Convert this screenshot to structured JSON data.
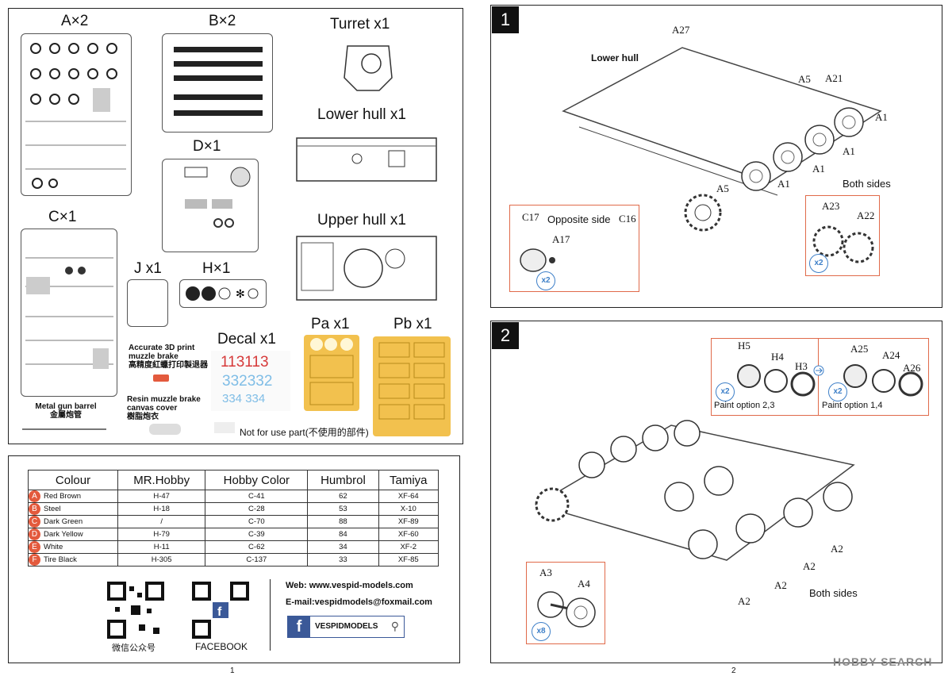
{
  "page1": {
    "sprues": {
      "a": "A×2",
      "b": "B×2",
      "turret": "Turret  x1",
      "lower_hull": "Lower hull  x1",
      "d": "D×1",
      "upper_hull": "Upper hull  x1",
      "c": "C×1",
      "j": "J x1",
      "h": "H×1",
      "decal": "Decal  x1",
      "pa": "Pa x1",
      "pb": "Pb x1"
    },
    "notes": {
      "print_en": "Accurate 3D print muzzle brake",
      "print_cn": "高精度紅蠟打印製退器",
      "resin_en": "Resin muzzle brake canvas cover",
      "resin_cn": "樹脂炮衣",
      "barrel_en": "Metal gun barrel",
      "barrel_cn": "金屬炮管",
      "not_for_use": "Not for use part(不使用的部件)"
    },
    "decal_numbers": {
      "row1": "113113",
      "row2": "332332",
      "row3": "334 334"
    },
    "colour_table": {
      "headers": [
        "Colour",
        "MR.Hobby",
        "Hobby Color",
        "Humbrol",
        "Tamiya"
      ],
      "rows": [
        {
          "code": "A",
          "name": "Red Brown",
          "mr": "H-47",
          "hc": "C-41",
          "hum": "62",
          "tam": "XF-64"
        },
        {
          "code": "B",
          "name": "Steel",
          "mr": "H-18",
          "hc": "C-28",
          "hum": "53",
          "tam": "X-10"
        },
        {
          "code": "C",
          "name": "Dark Green",
          "mr": "/",
          "hc": "C-70",
          "hum": "88",
          "tam": "XF-89"
        },
        {
          "code": "D",
          "name": "Dark Yellow",
          "mr": "H-79",
          "hc": "C-39",
          "hum": "84",
          "tam": "XF-60"
        },
        {
          "code": "E",
          "name": "White",
          "mr": "H-11",
          "hc": "C-62",
          "hum": "34",
          "tam": "XF-2"
        },
        {
          "code": "F",
          "name": "Tire Black",
          "mr": "H-305",
          "hc": "C-137",
          "hum": "33",
          "tam": "XF-85"
        }
      ]
    },
    "contact": {
      "wechat": "微信公众号",
      "facebook": "FACEBOOK",
      "web": "Web: www.vespid-models.com",
      "email": "E-mail:vespidmodels@foxmail.com",
      "fb_name": "VESPIDMODELS"
    },
    "page_number": "1"
  },
  "page2": {
    "step1": {
      "number": "1",
      "lower_hull": "Lower hull",
      "both_sides": "Both sides",
      "opposite_side": "Opposite side",
      "parts": {
        "a27": "A27",
        "a5a": "A5",
        "a21": "A21",
        "a1a": "A1",
        "a1b": "A1",
        "a1c": "A1",
        "a1d": "A1",
        "a5b": "A5",
        "c17": "C17",
        "c16": "C16",
        "a17": "A17",
        "a23": "A23",
        "a22": "A22"
      },
      "x2a": "x2",
      "x2b": "x2"
    },
    "step2": {
      "number": "2",
      "both_sides": "Both sides",
      "paint_a": "Paint option 2,3",
      "paint_b": "Paint option 1,4",
      "parts": {
        "h5": "H5",
        "h4": "H4",
        "h3": "H3",
        "a25": "A25",
        "a24": "A24",
        "a26": "A26",
        "a2a": "A2",
        "a2b": "A2",
        "a2c": "A2",
        "a2d": "A2",
        "a3": "A3",
        "a4": "A4"
      },
      "x2a": "x2",
      "x2b": "x2",
      "x8": "x8"
    },
    "page_number": "2"
  },
  "watermark": "HOBBY SEARCH",
  "colors": {
    "accent": "#e06a4a",
    "badge": "#e35a3d",
    "blue": "#3d7fc8",
    "etch": "#f2c14e",
    "decal_red": "#d63a3a",
    "decal_blue": "#7fbde6"
  }
}
